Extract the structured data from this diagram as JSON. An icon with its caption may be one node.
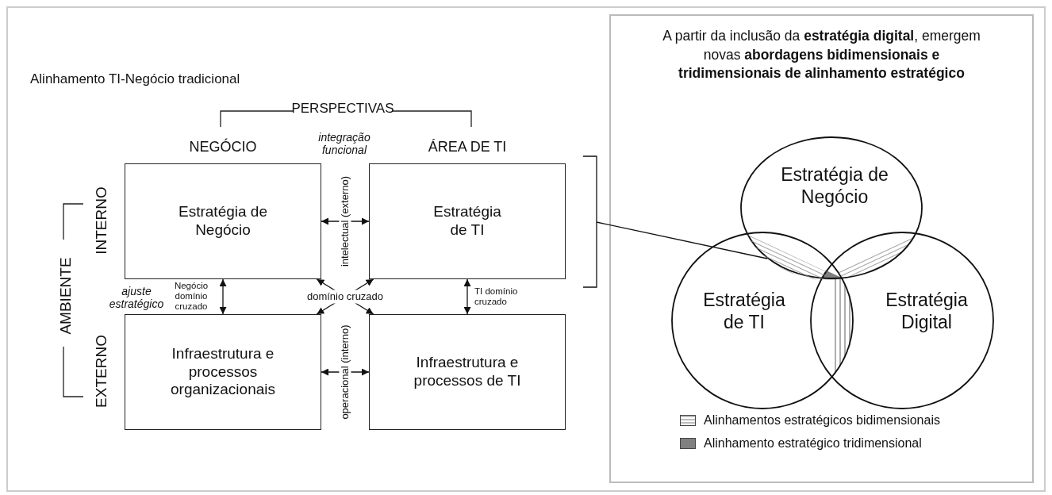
{
  "diagram": {
    "nodes": [
      {
        "text": [
          "Estratégia de Negócio"
        ]
      },
      {
        "text": [
          "Estratégia de TI"
        ]
      },
      {
        "text": [
          "Infraestrutura e processos organizacionais"
        ]
      },
      {
        "text": [
          "Infraestrutura e processos de TI"
        ]
      },
      {
        "text": [
          "A partir da inclusão da **estratégia digital**, emergem novas **abordagens bidimensionais e tridimensionais de alinhamento estratégico**"
        ]
      },
      {
        "text": [
          "Estratégia de Negócio"
        ],
        "in": 4
      },
      {
        "text": [
          "Estratégia de TI"
        ],
        "in": 4
      },
      {
        "text": [
          "Estratégia Digital"
        ],
        "in": 4
      },
      {
        "text": [],
        "shape": "lens"
      }
    ],
    "edges": [
      {
        "from": 0,
        "to": 1,
        "arrow": "both",
        "label": "intelectual (externo)"
      },
      {
        "from": 0,
        "to": 2,
        "arrow": "both",
        "label": "Negócio domínio cruzado"
      },
      {
        "from": 0,
        "to": 3,
        "arrow": "both",
        "label": "domínio cruzado"
      },
      {
        "from": 1,
        "to": 2,
        "arrow": "both"
      },
      {
        "from": 1,
        "to": 3,
        "arrow": "both",
        "label": "TI domínio cruzado"
      },
      {
        "from": 2,
        "to": 3,
        "arrow": "both",
        "label": "operacional (interno)"
      },
      {
        "from": null,
        "to": 8,
        "arrow": "none"
      }
    ],
    "labels": [
      "Alinhamento TI-Negócio tradicional",
      "PERSPECTIVAS",
      "NEGÓCIO",
      "integração funcional",
      "ÁREA DE TI",
      "INTERNO",
      "AMBIENTE",
      "EXTERNO",
      "ajuste estratégico"
    ],
    "legend": [
      {
        "text": "Alinhamentos estratégicos bidimensionais"
      },
      {
        "text": "Alinhamento estratégico tridimensional",
        "color": "#808080"
      }
    ]
  }
}
